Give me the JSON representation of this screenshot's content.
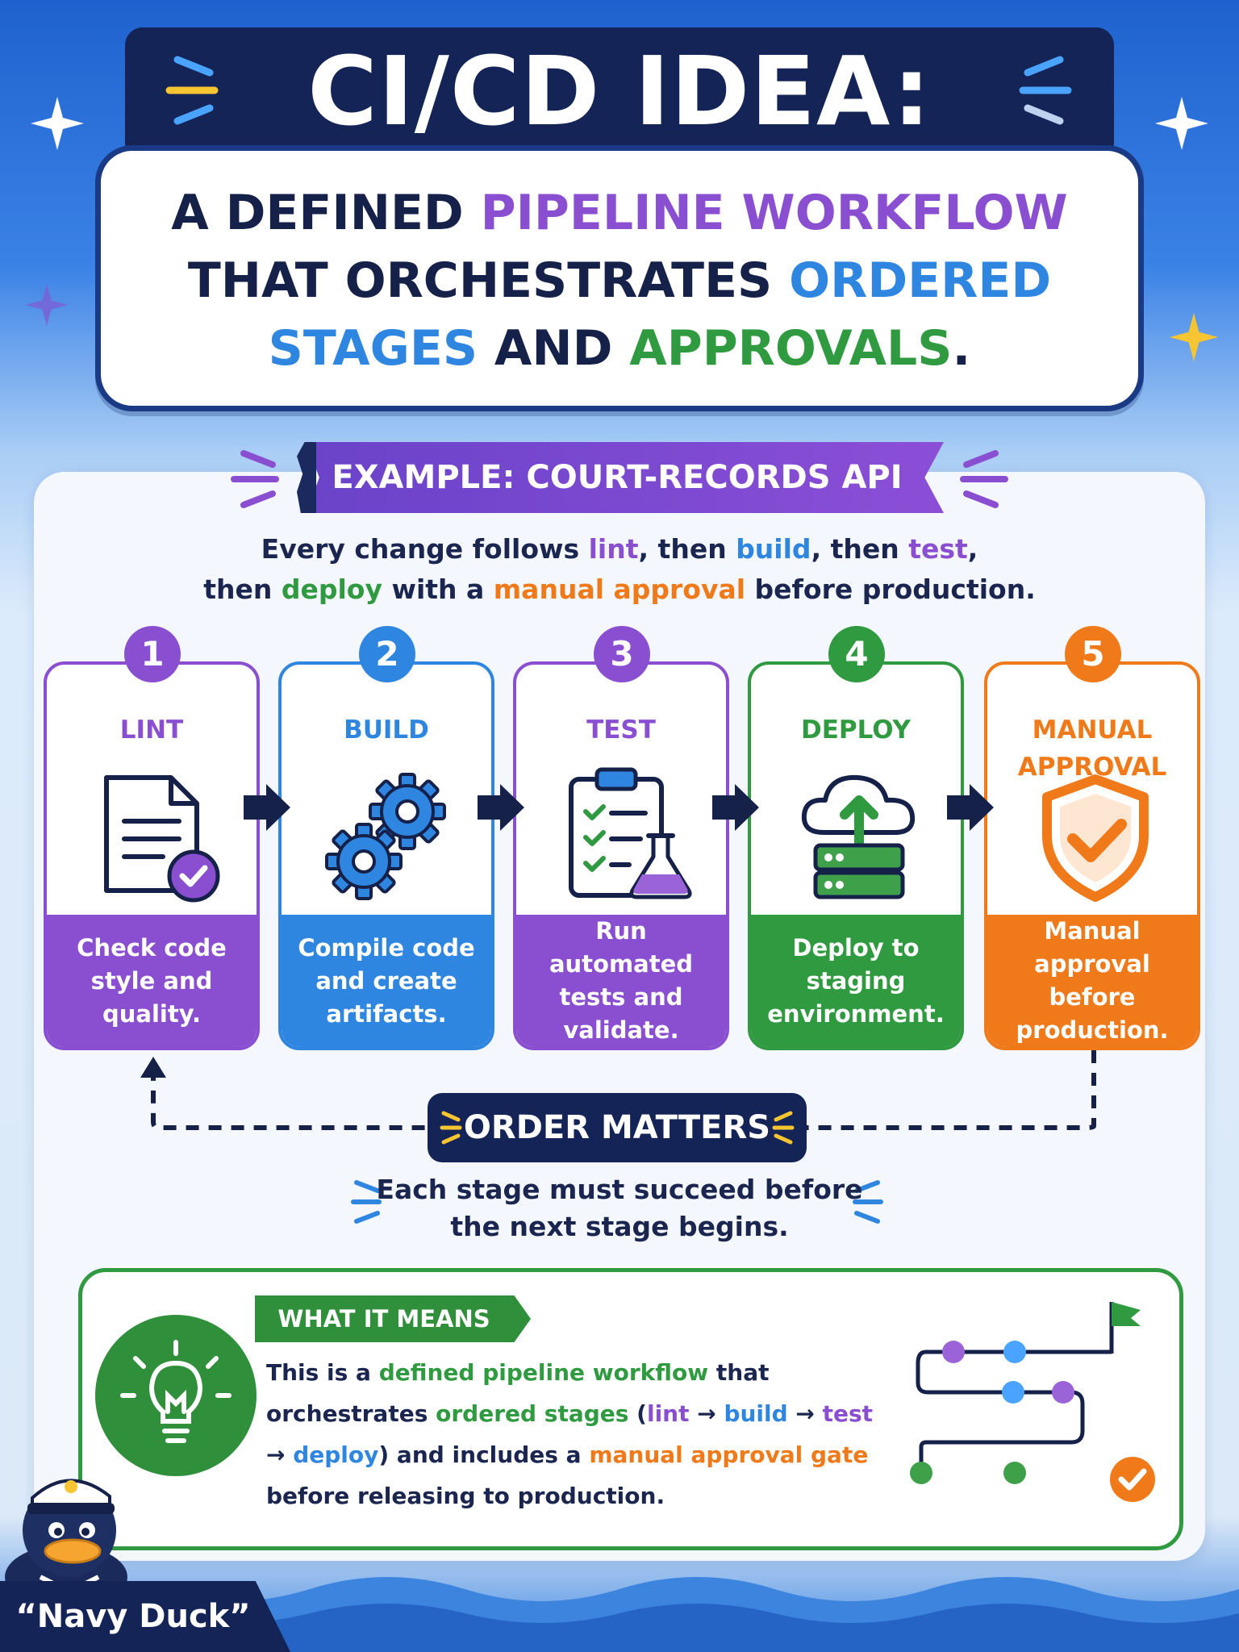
{
  "title": "CI/CD IDEA:",
  "headline": {
    "part1": "A DEFINED ",
    "part2": "PIPELINE WORKFLOW",
    "part3": " THAT ORCHESTRATES ",
    "part4": "ORDERED STAGES",
    "part5": " AND ",
    "part6": "APPROVALS",
    "part7": "."
  },
  "example": {
    "banner": "EXAMPLE: COURT-RECORDS API",
    "intro": {
      "t1": "Every change follows ",
      "lint": "lint",
      "t2": ", then ",
      "build": "build",
      "t3": ", then ",
      "test": "test",
      "t4": ",",
      "t5": "then ",
      "deploy": "deploy",
      "t6": " with a ",
      "approval": "manual approval",
      "t7": " before production."
    }
  },
  "stages": [
    {
      "number": "1",
      "label": "LINT",
      "description": "Check code style and quality.",
      "color": "#8a4fd1",
      "icon": "document-check-icon"
    },
    {
      "number": "2",
      "label": "BUILD",
      "description": "Compile code and create artifacts.",
      "color": "#2f86e0",
      "icon": "gears-icon"
    },
    {
      "number": "3",
      "label": "TEST",
      "description": "Run automated tests and validate.",
      "color": "#8a4fd1",
      "icon": "clipboard-flask-icon"
    },
    {
      "number": "4",
      "label": "DEPLOY",
      "description": "Deploy to staging environment.",
      "color": "#2f9a3f",
      "icon": "cloud-server-icon"
    },
    {
      "number": "5",
      "label": "MANUAL APPROVAL",
      "description": "Manual approval before production.",
      "color": "#f07a1a",
      "icon": "shield-check-icon"
    }
  ],
  "order": {
    "badge": "ORDER MATTERS",
    "note": "Each stage must succeed before the next stage begins."
  },
  "means": {
    "tag": "WHAT IT MEANS",
    "b1": "This is a ",
    "b2": "defined pipeline workflow",
    "b3": " that orchestrates ",
    "b4": "ordered stages",
    "b5": " (",
    "lint": "lint",
    "arrow": " → ",
    "build": "build",
    "test": "test",
    "deploy": "deploy",
    "b6": ")",
    "b7": " and includes a ",
    "b8": "manual approval gate",
    "b9": " before releasing to production."
  },
  "mascot": {
    "name": "“Navy Duck”"
  },
  "colors": {
    "navy": "#142456",
    "purple": "#8a4fd1",
    "blue": "#2f86e0",
    "green": "#2f9a3f",
    "orange": "#f07a1a"
  }
}
